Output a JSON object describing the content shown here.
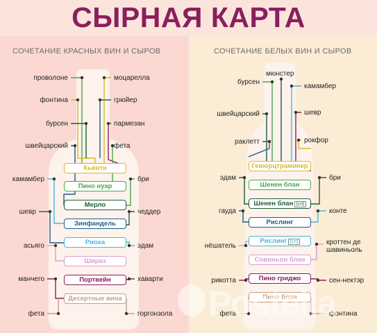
{
  "title": "СЫРНАЯ КАРТА",
  "left": {
    "subtitle": "СОЧЕТАНИЕ КРАСНЫХ ВИН И СЫРОВ",
    "wines": [
      {
        "label": "Кьянти",
        "color": "#d8b92a"
      },
      {
        "label": "Пино нуар",
        "color": "#4aa84a"
      },
      {
        "label": "Мерло",
        "color": "#1e5e3a"
      },
      {
        "label": "Зинфандель",
        "color": "#1e5e8a"
      },
      {
        "label": "Риоха",
        "color": "#4bb6d8"
      },
      {
        "label": "Шираз",
        "color": "#d8a0d0"
      },
      {
        "label": "Портвейн",
        "color": "#8a1f5c"
      },
      {
        "label": "Десертные вина",
        "color": "#c9a080"
      }
    ],
    "cheeses_left": [
      "проволоне",
      "фонтина",
      "бурсен",
      "швейцарский",
      "камамбер",
      "шевр",
      "асьяго",
      "манчего",
      "фета"
    ],
    "cheeses_right": [
      "моцарелла",
      "грюйер",
      "пармезан",
      "фета",
      "бри",
      "чеддер",
      "эдам",
      "хаварти",
      "горгонзола"
    ]
  },
  "right": {
    "subtitle": "СОЧЕТАНИЕ БЕЛЫХ ВИН И СЫРОВ",
    "wines": [
      {
        "label": "Гевюрцтраминер",
        "color": "#d8b92a"
      },
      {
        "label": "Шенен блан",
        "color": "#4aa84a"
      },
      {
        "label": "Шенен блан",
        "sub": "(сл)",
        "color": "#1e5e3a"
      },
      {
        "label": "Рислинг",
        "color": "#1e5e8a"
      },
      {
        "label": "Рислинг",
        "sub": "(сл)",
        "color": "#4bb6d8"
      },
      {
        "label": "Совиньон блан",
        "color": "#d8a0d0"
      },
      {
        "label": "Пино гриджо",
        "color": "#8a1f5c"
      },
      {
        "label": "Пино блан",
        "color": "#c9a080"
      }
    ],
    "cheeses_left": [
      "бурсен",
      "швейцарский",
      "раклетт",
      "эдам",
      "гауда",
      "нёшатель",
      "рикотта",
      "фета"
    ],
    "cheeses_top": "мюнстер",
    "cheeses_right": [
      "камамбер",
      "шевр",
      "рокфор",
      "бри",
      "конте",
      "кроттен де шавиньоль",
      "сен-нектэр",
      "фонтина"
    ]
  },
  "watermark": "Posteila",
  "colors": {
    "title": "#8a1f5c",
    "left_bg": "#fbd9d2",
    "right_bg": "#fbecd6",
    "bottle_fill": "#fdf2ec"
  }
}
